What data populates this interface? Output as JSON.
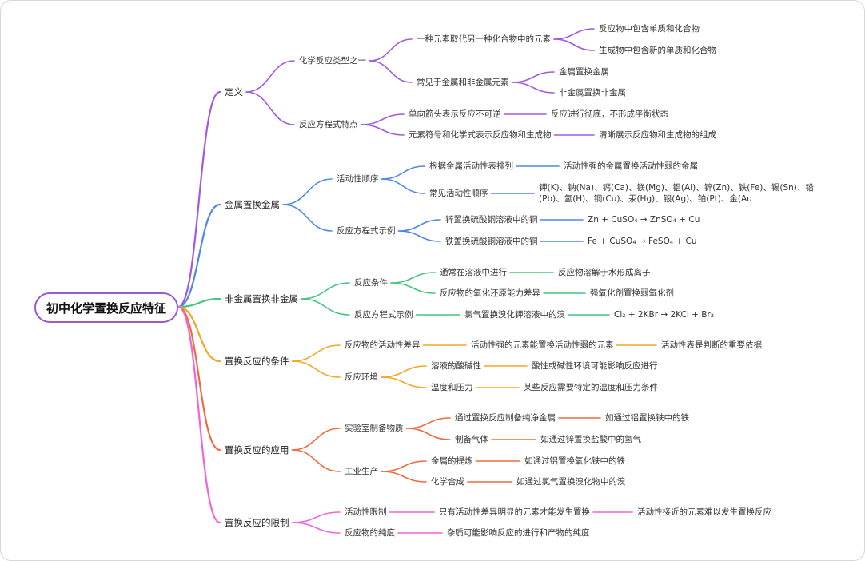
{
  "root": "初中化学置换反应特征",
  "colors": [
    "#a259e0",
    "#4f86e8",
    "#43c77e",
    "#f5a623",
    "#f06a3f",
    "#f065d6"
  ],
  "branches": [
    {
      "label": "定义",
      "children": [
        {
          "label": "化学反应类型之一",
          "children": [
            {
              "label": "一种元素取代另一种化合物中的元素",
              "children": [
                {
                  "label": "反应物中包含单质和化合物"
                },
                {
                  "label": "生成物中包含新的单质和化合物"
                }
              ]
            },
            {
              "label": "常见于金属和非金属元素",
              "children": [
                {
                  "label": "金属置换金属"
                },
                {
                  "label": "非金属置换非金属"
                }
              ]
            }
          ]
        },
        {
          "label": "反应方程式特点",
          "children": [
            {
              "label": "单向箭头表示反应不可逆",
              "children": [
                {
                  "label": "反应进行彻底，不形成平衡状态"
                }
              ]
            },
            {
              "label": "元素符号和化学式表示反应物和生成物",
              "children": [
                {
                  "label": "清晰展示反应物和生成物的组成"
                }
              ]
            }
          ]
        }
      ]
    },
    {
      "label": "金属置换金属",
      "children": [
        {
          "label": "活动性顺序",
          "children": [
            {
              "label": "根据金属活动性表排列",
              "children": [
                {
                  "label": "活动性强的金属置换活动性弱的金属"
                }
              ]
            },
            {
              "label": "常见活动性顺序",
              "children": [
                {
                  "label": "钾(K)、钠(Na)、钙(Ca)、镁(Mg)、铝(Al)、锌(Zn)、铁(Fe)、锡(Sn)、铅(Pb)、氢(H)、铜(Cu)、汞(Hg)、银(Ag)、铂(Pt)、金(Au"
                }
              ]
            }
          ]
        },
        {
          "label": "反应方程式示例",
          "children": [
            {
              "label": "锌置换硫酸铜溶液中的铜",
              "children": [
                {
                  "label": "Zn + CuSO₄ → ZnSO₄ + Cu"
                }
              ]
            },
            {
              "label": "铁置换硫酸铜溶液中的铜",
              "children": [
                {
                  "label": "Fe + CuSO₄ → FeSO₄ + Cu"
                }
              ]
            }
          ]
        }
      ]
    },
    {
      "label": "非金属置换非金属",
      "children": [
        {
          "label": "反应条件",
          "children": [
            {
              "label": "通常在溶液中进行",
              "children": [
                {
                  "label": "反应物溶解于水形成离子"
                }
              ]
            },
            {
              "label": "反应物的氧化还原能力差异",
              "children": [
                {
                  "label": "强氧化剂置换弱氧化剂"
                }
              ]
            }
          ]
        },
        {
          "label": "反应方程式示例",
          "children": [
            {
              "label": "氯气置换溴化钾溶液中的溴",
              "children": [
                {
                  "label": "Cl₂ + 2KBr → 2KCl + Br₂"
                }
              ]
            }
          ]
        }
      ]
    },
    {
      "label": "置换反应的条件",
      "children": [
        {
          "label": "反应物的活动性差异",
          "children": [
            {
              "label": "活动性强的元素能置换活动性弱的元素",
              "children": [
                {
                  "label": "活动性表是判断的重要依据"
                }
              ]
            }
          ]
        },
        {
          "label": "反应环境",
          "children": [
            {
              "label": "溶液的酸碱性",
              "children": [
                {
                  "label": "酸性或碱性环境可能影响反应进行"
                }
              ]
            },
            {
              "label": "温度和压力",
              "children": [
                {
                  "label": "某些反应需要特定的温度和压力条件"
                }
              ]
            }
          ]
        }
      ]
    },
    {
      "label": "置换反应的应用",
      "children": [
        {
          "label": "实验室制备物质",
          "children": [
            {
              "label": "通过置换反应制备纯净金属",
              "children": [
                {
                  "label": "如通过铝置换铁中的铁"
                }
              ]
            },
            {
              "label": "制备气体",
              "children": [
                {
                  "label": "如通过锌置换盐酸中的氢气"
                }
              ]
            }
          ]
        },
        {
          "label": "工业生产",
          "children": [
            {
              "label": "金属的提炼",
              "children": [
                {
                  "label": "如通过铝置换氧化铁中的铁"
                }
              ]
            },
            {
              "label": "化学合成",
              "children": [
                {
                  "label": "如通过氯气置换溴化物中的溴"
                }
              ]
            }
          ]
        }
      ]
    },
    {
      "label": "置换反应的限制",
      "children": [
        {
          "label": "活动性限制",
          "children": [
            {
              "label": "只有活动性差异明显的元素才能发生置换",
              "children": [
                {
                  "label": "活动性接近的元素难以发生置换反应"
                }
              ]
            }
          ]
        },
        {
          "label": "反应物的纯度",
          "children": [
            {
              "label": "杂质可能影响反应的进行和产物的纯度"
            }
          ]
        }
      ]
    }
  ]
}
